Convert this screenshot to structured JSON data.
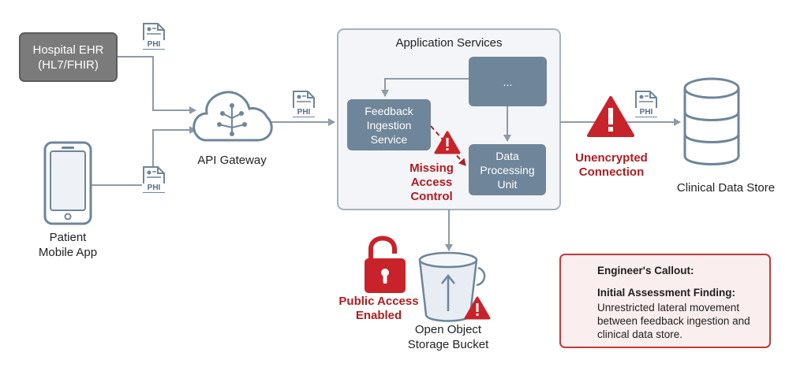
{
  "nodes": {
    "ehr": "Hospital EHR\n(HL7/FHIR)",
    "mobile_app": "Patient\nMobile App",
    "api_gateway": "API Gateway",
    "app_services_title": "Application Services",
    "feedback_service": "Feedback\nIngestion\nService",
    "more_services": "...",
    "data_processing": "Data\nProcessing\nUnit",
    "clinical_store": "Clinical Data Store",
    "bucket": "Open Object\nStorage Bucket"
  },
  "phi_tag": "PHI",
  "warnings": {
    "missing_access": "Missing\nAccess\nControl",
    "unencrypted": "Unencrypted\nConnection",
    "public_access": "Public Access\nEnabled"
  },
  "callout": {
    "title": "Engineer's Callout:",
    "subtitle": "Initial Assessment Finding:",
    "body": "Unrestricted lateral movement between feedback ingestion and clinical data store."
  },
  "colors": {
    "arrow": "#8e9aa6",
    "service_box": "#6f8599",
    "warning": "#c8232a",
    "ehr_box": "#7b7b7b"
  }
}
